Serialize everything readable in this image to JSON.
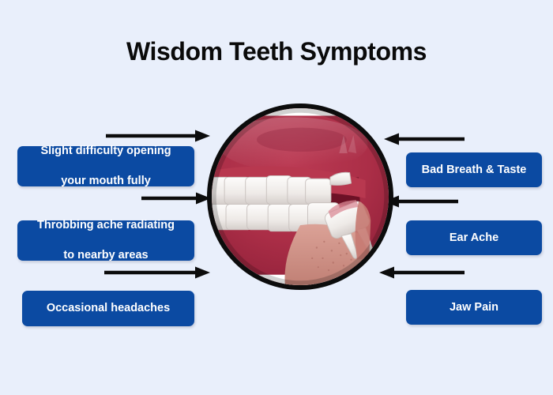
{
  "poster": {
    "title": "Wisdom Teeth Symptoms",
    "background_color": "#e9effb",
    "accent_color": "#0b4aa2",
    "arrow_color": "#0c0c0c"
  },
  "left_symptoms": [
    {
      "label": "Slight difficulty opening your mouth fully",
      "line1": "Slight difficulty opening",
      "line2": "your mouth fully"
    },
    {
      "label": "Throbbing ache radiating to nearby areas",
      "line1": "Throbbing ache radiating",
      "line2": "to nearby areas"
    },
    {
      "label": "Occasional headaches",
      "line1": "Occasional headaches",
      "line2": ""
    }
  ],
  "right_symptoms": [
    {
      "label": "Bad Breath & Taste"
    },
    {
      "label": "Ear Ache"
    },
    {
      "label": "Jaw Pain"
    }
  ],
  "arrows": [
    {
      "name": "arrow-left-1",
      "direction": "right"
    },
    {
      "name": "arrow-left-2",
      "direction": "right"
    },
    {
      "name": "arrow-left-3",
      "direction": "right"
    },
    {
      "name": "arrow-right-1",
      "direction": "left"
    },
    {
      "name": "arrow-right-2",
      "direction": "left"
    },
    {
      "name": "arrow-right-3",
      "direction": "left"
    }
  ],
  "illustration": {
    "name": "impacted-wisdom-tooth-illustration",
    "description": "Cross-section of a mouth showing upper and lower teeth with an impacted wisdom tooth tilted at the back",
    "colors": {
      "ring": "#0c0c0c",
      "mouth_interior": "#a92c46",
      "gum": "#b83850",
      "tooth": "#f2f0ee",
      "tooth_shadow": "#cfc9c6",
      "tongue": "#cf8f84",
      "dark_cavity": "#6d1126"
    }
  }
}
